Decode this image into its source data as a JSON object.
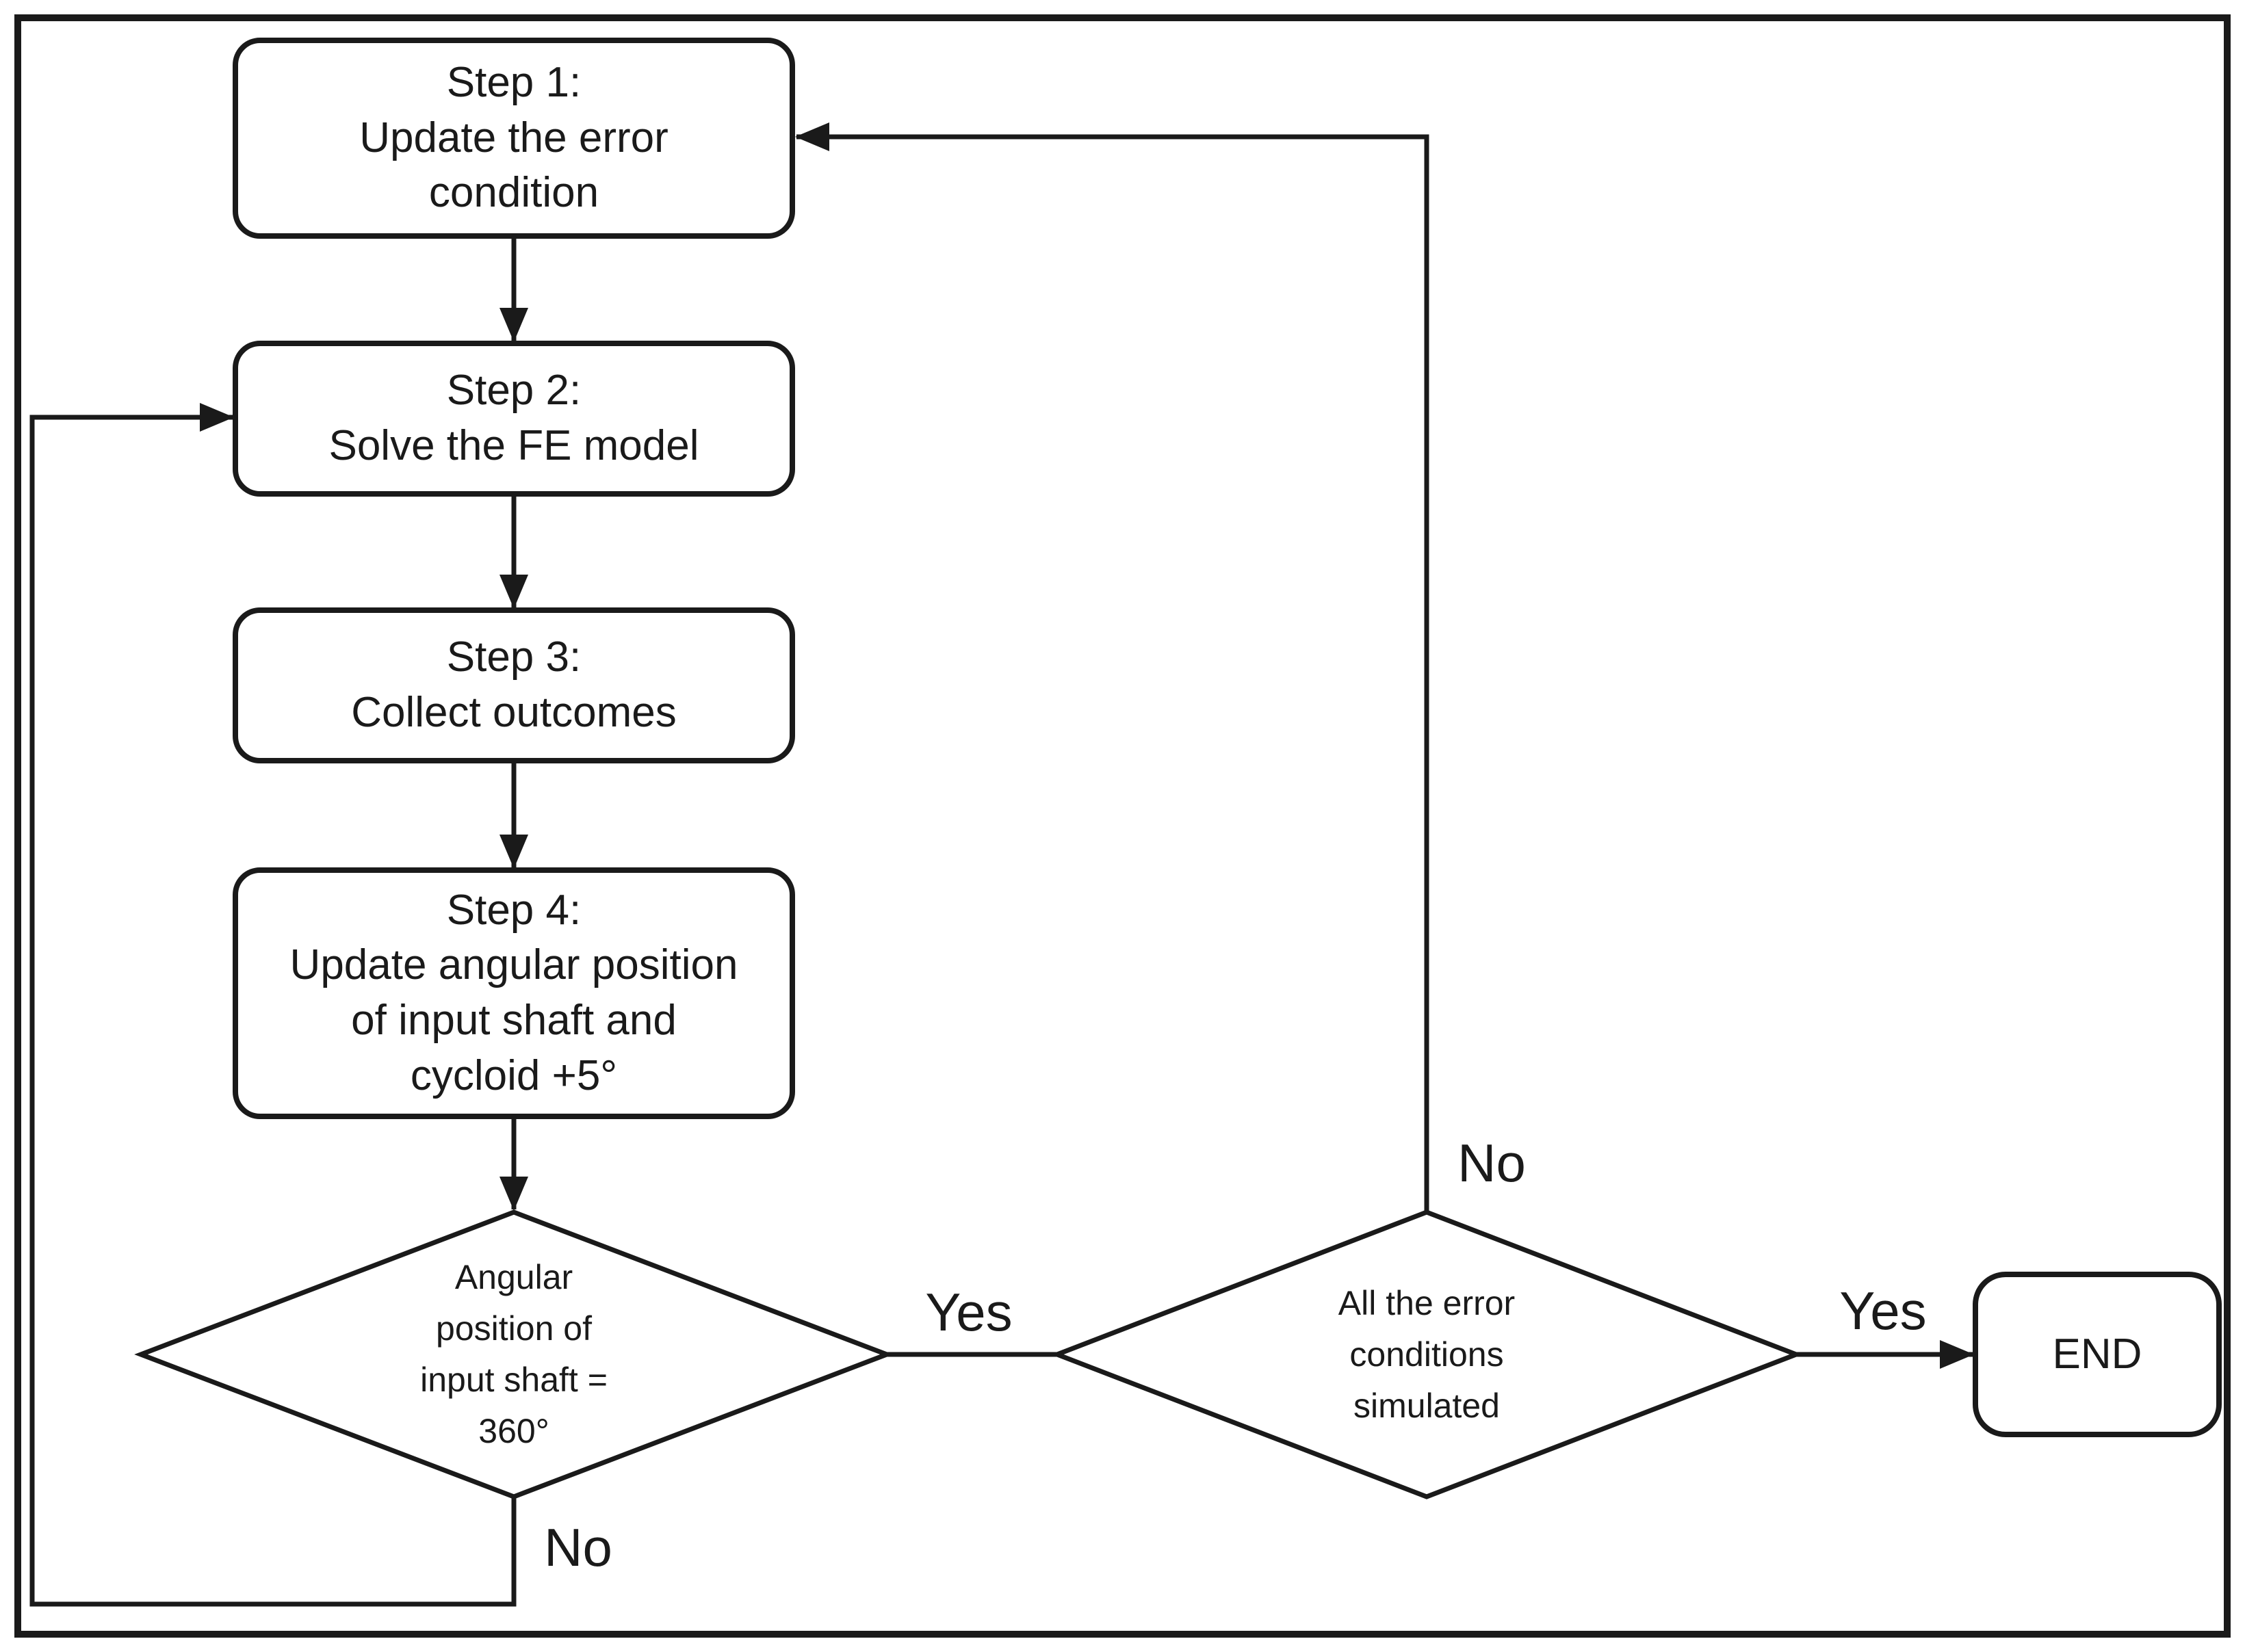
{
  "diagram": {
    "type": "flowchart",
    "nodes": {
      "step1": {
        "shape": "process",
        "label": "Step 1:\nUpdate the error\ncondition"
      },
      "step2": {
        "shape": "process",
        "label": "Step 2:\nSolve the FE model"
      },
      "step3": {
        "shape": "process",
        "label": "Step 3:\nCollect outcomes"
      },
      "step4": {
        "shape": "process",
        "label": "Step 4:\nUpdate angular position\nof input shaft and\ncycloid +5°"
      },
      "decision1": {
        "shape": "decision",
        "label": "Angular\nposition of\ninput shaft =\n360°"
      },
      "decision2": {
        "shape": "decision",
        "label": "All the error\nconditions\nsimulated"
      },
      "end": {
        "shape": "terminator",
        "label": "END"
      }
    },
    "edge_labels": {
      "decision1_yes": "Yes",
      "decision1_no": "No",
      "decision2_yes": "Yes",
      "decision2_no": "No"
    },
    "colors": {
      "stroke": "#1a1a1a",
      "text": "#1a1a1a",
      "background": "#ffffff"
    }
  }
}
